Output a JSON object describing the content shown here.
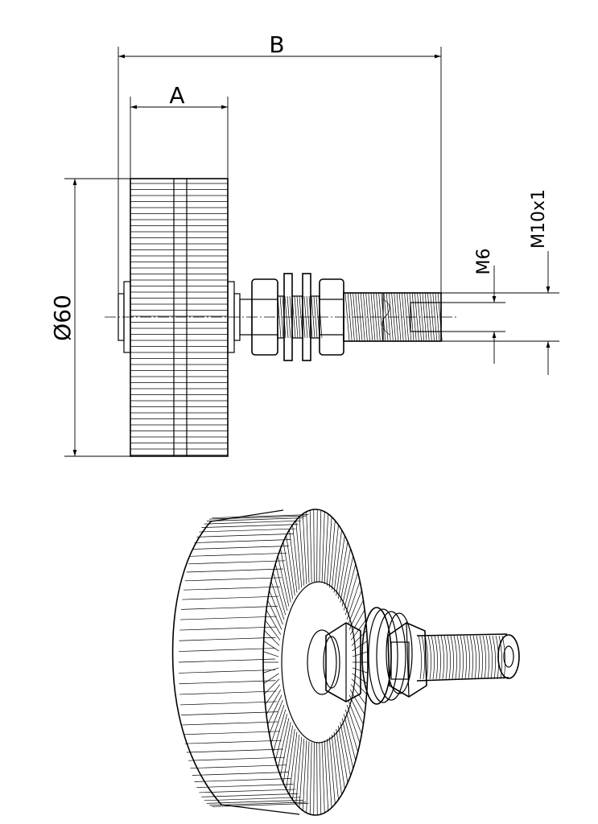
{
  "dimensions": {
    "a": "A",
    "b": "B",
    "diameter": "Ø60",
    "m6": "M6",
    "m10": "M10x1"
  }
}
